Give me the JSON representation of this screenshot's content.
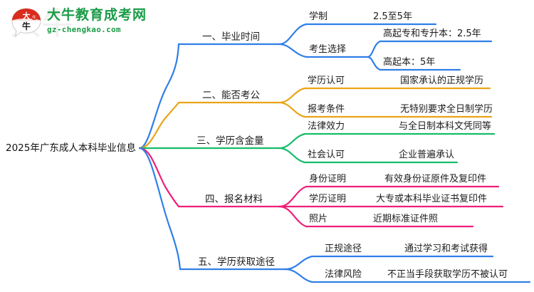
{
  "watermark": {
    "text": "大牛"
  },
  "logo": {
    "mark_name": "daniu-speech-bubble-logo",
    "mark_text": "大牛",
    "title_cn": "大牛教育成考网",
    "title_en": "gz-chengkao.com",
    "brand_color": "#1a9b46",
    "mark_color": "#d92b1e"
  },
  "mindmap": {
    "root": "2025年广东成人本科毕业信息",
    "branches": [
      {
        "label": "一、毕业时间",
        "color": "#2f7fe8",
        "children": [
          {
            "label": "学制",
            "children": [
              {
                "label": "2.5至5年"
              }
            ]
          },
          {
            "label": "考生选择",
            "children": [
              {
                "label": "高起专和专升本：2.5年"
              },
              {
                "label": "高起本：5年"
              }
            ]
          }
        ]
      },
      {
        "label": "二、能否考公",
        "color": "#eaa417",
        "children": [
          {
            "label": "学历认可",
            "children": [
              {
                "label": "国家承认的正规学历"
              }
            ]
          },
          {
            "label": "报考条件",
            "children": [
              {
                "label": "无特别要求全日制学历"
              }
            ]
          }
        ]
      },
      {
        "label": "三、学历含金量",
        "color": "#16bd6a",
        "children": [
          {
            "label": "法律效力",
            "children": [
              {
                "label": "与全日制本科文凭同等"
              }
            ]
          },
          {
            "label": "社会认可",
            "children": [
              {
                "label": "企业普遍承认"
              }
            ]
          }
        ]
      },
      {
        "label": "四、报名材料",
        "color": "#ee1f79",
        "children": [
          {
            "label": "身份证明",
            "children": [
              {
                "label": "有效身份证原件及复印件"
              }
            ]
          },
          {
            "label": "学历证明",
            "children": [
              {
                "label": "大专或本科毕业证书复印件"
              }
            ]
          },
          {
            "label": "照片",
            "children": [
              {
                "label": "近期标准证件照"
              }
            ]
          }
        ]
      },
      {
        "label": "五、学历获取途径",
        "color": "#2f7fe8",
        "children": [
          {
            "label": "正规途径",
            "children": [
              {
                "label": "通过学习和考试获得"
              }
            ]
          },
          {
            "label": "法律风险",
            "children": [
              {
                "label": "不正当手段获取学历不被认可"
              }
            ]
          }
        ]
      }
    ]
  }
}
